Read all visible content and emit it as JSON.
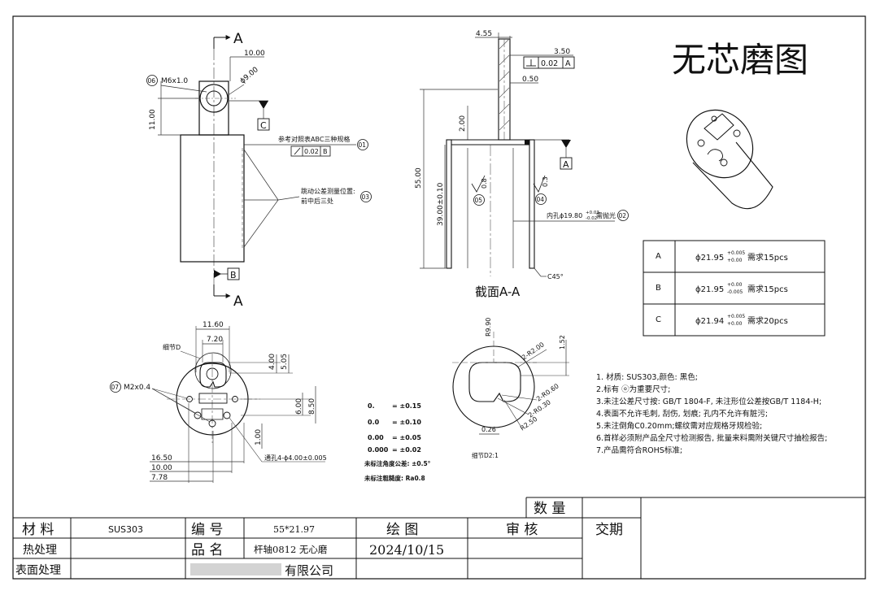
{
  "title": "无芯磨图",
  "section_a_top": "A",
  "section_a_bottom": "A",
  "datum_b": "B",
  "datum_c": "C",
  "datum_a": "A",
  "section_label": "截面A-A",
  "detail_label": "细节D",
  "detail_scale_label": "细节D2:1",
  "front_view": {
    "dim_width_10": "10.00",
    "thread": "M6x1.0",
    "diameter_9": "ϕ9.00",
    "dim_height_11": "11.00",
    "callout_06": "06",
    "callout_01": "01",
    "callout_03": "03",
    "ref_note": "参考对照表ABC三种规格",
    "runout_tol": "0.02",
    "runout_datum": "B",
    "runout_note_1": "跳动公差测量位置:",
    "runout_note_2": "前中后三处"
  },
  "section_view": {
    "dim_455": "4.55",
    "dim_350": "3.50",
    "dim_050": "0.50",
    "perp_tol": "0.02",
    "perp_datum": "A",
    "dim_200": "2.00",
    "dim_5500": "55.00",
    "dim_3900": "39.00±0.10",
    "rough_08": "0.8",
    "rough_03": "0.3",
    "callout_05": "05",
    "callout_04": "04",
    "callout_02": "02",
    "bore_note": "内孔ϕ19.80",
    "bore_tol_up": "+0.03",
    "bore_tol_low": "-0.02",
    "bore_suffix": "需抛光",
    "chamfer": "C45°"
  },
  "end_view": {
    "dim_1160": "11.60",
    "dim_720": "7.20",
    "dim_400": "4.00",
    "dim_505": "5.05",
    "dim_600": "6.00",
    "dim_850": "8.50",
    "dim_100": "1.00",
    "callout_07": "07",
    "m2_thread": "M2x0.4",
    "through_hole": "通孔4-ϕ4.00±0.005",
    "dim_1650": "16.50",
    "dim_1000": "10.00",
    "dim_778": "7.78"
  },
  "tolerance_table": [
    {
      "precision": "0.",
      "tol": "= ±0.15"
    },
    {
      "precision": "0.0",
      "tol": "= ±0.10"
    },
    {
      "precision": "0.00",
      "tol": "= ±0.05"
    },
    {
      "precision": "0.000",
      "tol": "= ±0.02"
    }
  ],
  "angle_tol": "未标注角度公差: ±0.5°",
  "roughness_note": "未标注粗糙度: Ra0.8",
  "detail_view": {
    "r990": "R9.90",
    "r200": "2-R2.00",
    "dim_152": "1.52",
    "r060": "2-R0.60",
    "r030": "2-R0.30",
    "r250": "R2.50",
    "dim_026": "0.26"
  },
  "spec_table": [
    {
      "key": "A",
      "dia": "ϕ21.95",
      "up": "+0.005",
      "low": "+0.00",
      "qty": "需求15pcs"
    },
    {
      "key": "B",
      "dia": "ϕ21.95",
      "up": "+0.00",
      "low": "-0.005",
      "qty": "需求15pcs"
    },
    {
      "key": "C",
      "dia": "ϕ21.94",
      "up": "+0.005",
      "low": "+0.00",
      "qty": "需求20pcs"
    }
  ],
  "notes": [
    "1. 材质: SUS303,颜色: 黑色;",
    "2.标有 ⓞ为重要尺寸;",
    "3.未注公差尺寸按: GB/T  1804-F, 未注形位公差按GB/T  1184-H;",
    "4.表面不允许毛刺, 刮伤, 划痕; 孔内不允许有脏污;",
    "5.未注倒角C0.20mm;螺纹需对应规格牙规检验;",
    "6.首样必须附产品全尺寸检测报告, 批量来料需附关键尺寸抽检报告;",
    "7.产品需符合ROHS标准;"
  ],
  "title_block": {
    "qty_label": "数 量",
    "material_label": "材 料",
    "material_value": "SUS303",
    "number_label": "编 号",
    "number_value": "55*21.97",
    "drawn_label": "绘 图",
    "review_label": "审 核",
    "delivery_label": "交期",
    "heat_label": "热处理",
    "name_label": "品 名",
    "name_value": "杆轴0812 无心磨",
    "date_value": "2024/10/15",
    "surface_label": "表面处理",
    "company_value": "有限公司"
  },
  "colors": {
    "line": "#111111",
    "thin": "#333333",
    "center": "#555555",
    "blur": "#c8c8c8"
  }
}
